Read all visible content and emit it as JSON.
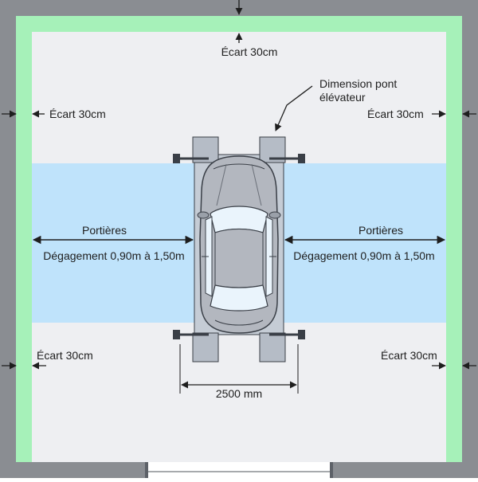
{
  "labels": {
    "ecart_top": "Écart 30cm",
    "ecart_left_upper": "Écart 30cm",
    "ecart_right_upper": "Écart 30cm",
    "ecart_left_lower": "Écart 30cm",
    "ecart_right_lower": "Écart 30cm",
    "lift_dimension_line1": "Dimension pont",
    "lift_dimension_line2": "élévateur",
    "doors_left": "Portières",
    "clearance_left": "Dégagement 0,90m à 1,50m",
    "doors_right": "Portières",
    "clearance_right": "Dégagement 0,90m à 1,50m",
    "width_dimension": "2500 mm"
  },
  "colors": {
    "wall": "#8a8d92",
    "clearance_band": "#a6f1b9",
    "floor": "#eeeff2",
    "door_zone": "#bfe3fb",
    "lift_column": "#b5bcc6",
    "lift_platform": "#c5ccd5",
    "car_body": "#b3b7bf",
    "car_glass": "#eaf4fc",
    "outline": "#3a3f47"
  }
}
